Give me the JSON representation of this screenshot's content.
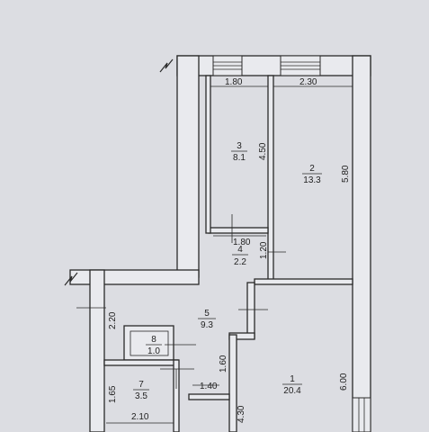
{
  "rooms": [
    {
      "id": "1",
      "number": "1",
      "area": "20.4"
    },
    {
      "id": "2",
      "number": "2",
      "area": "13.3"
    },
    {
      "id": "3",
      "number": "3",
      "area": "8.1"
    },
    {
      "id": "4",
      "number": "4",
      "area": "2.2"
    },
    {
      "id": "5",
      "number": "5",
      "area": "9.3"
    },
    {
      "id": "7",
      "number": "7",
      "area": "3.5"
    },
    {
      "id": "8",
      "number": "8",
      "area": "1.0"
    }
  ],
  "dimensions": {
    "room3_width": "1.80",
    "room2_width": "2.30",
    "room3_length": "4.50",
    "room2_length": "5.80",
    "room4_width": "1.80",
    "room4_depth": "1.20",
    "room5_left": "2.20",
    "room5_right": "1.60",
    "bath_width": "1.40",
    "room7_width": "2.10",
    "room7_height": "1.65",
    "room1_left": "4.30",
    "room1_length": "6.00"
  }
}
